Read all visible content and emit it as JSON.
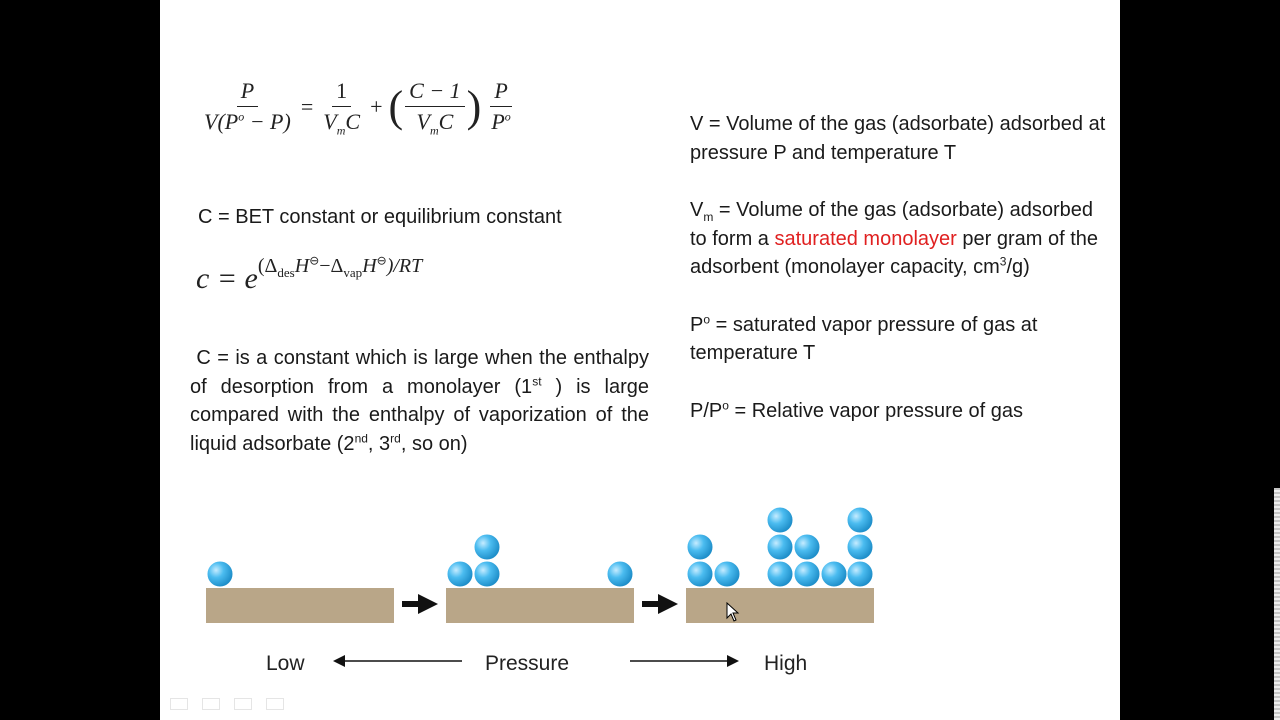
{
  "equation_main": {
    "lhs_num": "P",
    "lhs_den": "V(P",
    "lhs_den_sup": "o",
    "lhs_den_end": " − P)",
    "eq": "=",
    "t1_num": "1",
    "t1_den": "V",
    "t1_den_sub": "m",
    "t1_den_end": "C",
    "plus": "+",
    "t2_num": "C − 1",
    "t2_den": "V",
    "t2_den_sub": "m",
    "t2_den_end": "C",
    "t3_num": "P",
    "t3_den": "P",
    "t3_den_sup": "o"
  },
  "bet_constant_label": "C = BET constant  or equilibrium constant",
  "equation_c": {
    "lhs": "c = e",
    "exp": "(Δ",
    "des": "des",
    "h1": "H",
    "minus": "−Δ",
    "vap": "vap",
    "h2": "H",
    "tail": ")/RT",
    "std": "⊖"
  },
  "c_description": {
    "p1": "C = is a constant which is large when the enthalpy of desorption from a monolayer (1",
    "p1_sup": "st",
    "p2": " ) is large compared with the enthalpy of vaporization of the liquid adsorbate (2",
    "p2_sup": "nd",
    "p3": ", 3",
    "p3_sup": "rd",
    "p4": ", so on)"
  },
  "definitions": {
    "v_text": "V = Volume of the gas (adsorbate) adsorbed at pressure P and temperature T",
    "vm_v": "V",
    "vm_sub": "m",
    "vm_text1": " = Volume of the gas (adsorbate) adsorbed to form a ",
    "vm_highlight": "saturated monolayer",
    "vm_text2": " per gram of the adsorbent (monolayer capacity, cm",
    "vm_sup": "3",
    "vm_text3": "/g)",
    "po_p": "P",
    "po_sup": "o",
    "po_text": " = saturated vapor pressure of gas at temperature T",
    "ppo_p": "P/P",
    "ppo_sup": "o",
    "ppo_text": " = Relative vapor pressure of gas"
  },
  "diagram": {
    "low": "Low",
    "pressure": "Pressure",
    "high": "High",
    "colors": {
      "surface": "#b9a688",
      "sphere": "#3fb4e8",
      "arrow": "#111111"
    }
  }
}
